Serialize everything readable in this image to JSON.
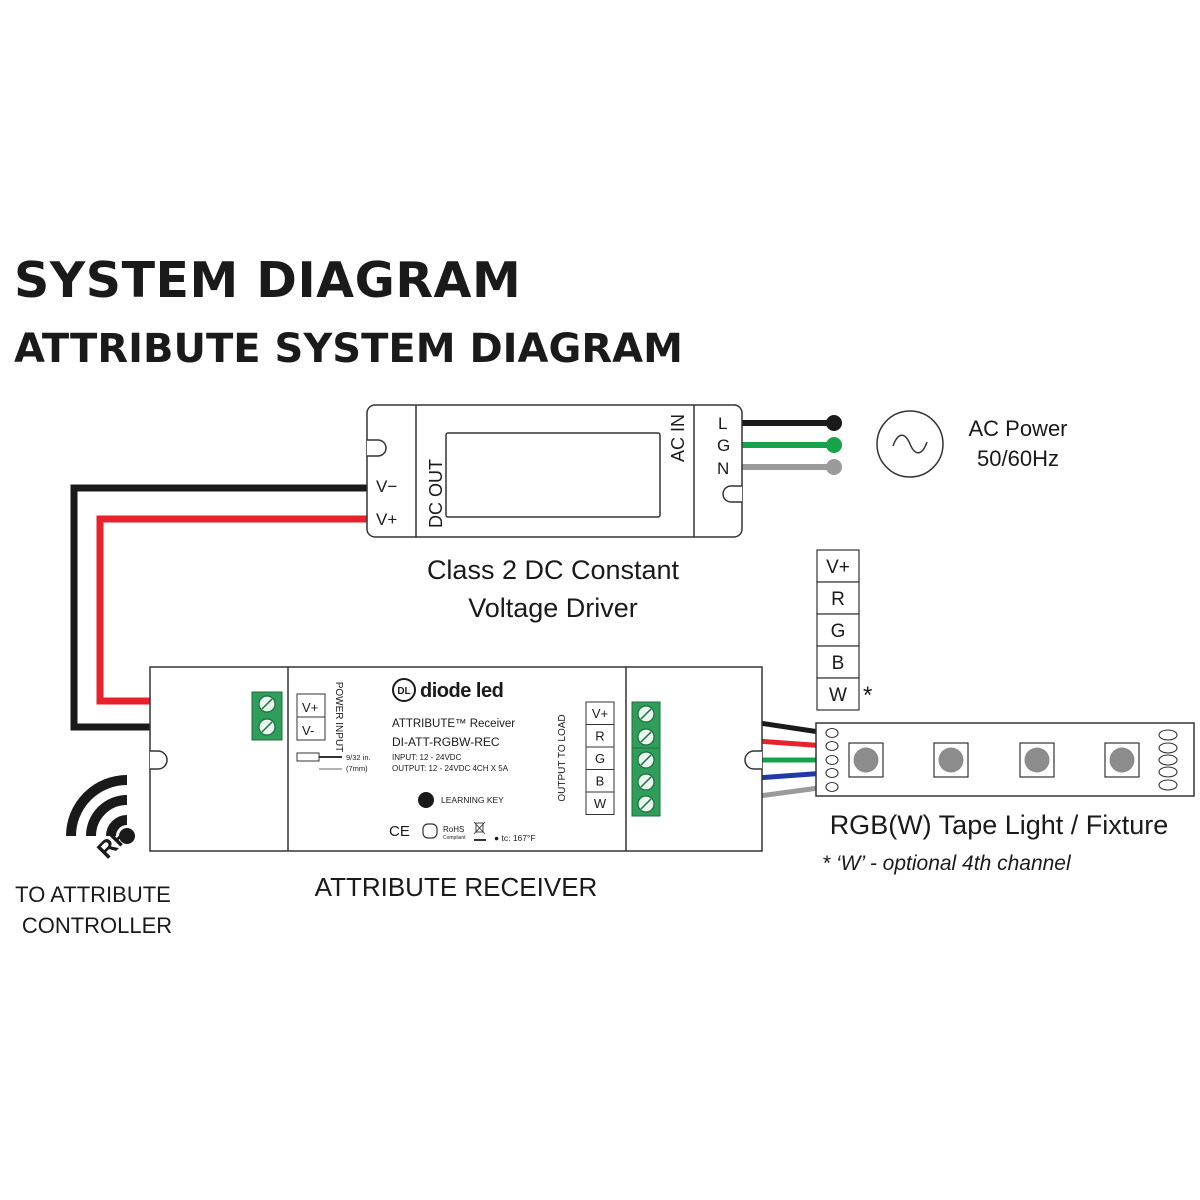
{
  "title": "SYSTEM DIAGRAM",
  "subtitle": "ATTRIBUTE SYSTEM DIAGRAM",
  "driver": {
    "label_line1": "Class 2 DC Constant",
    "label_line2": "Voltage Driver",
    "dc_out": "DC OUT",
    "ac_in": "AC IN",
    "v_minus": "V−",
    "v_plus": "V+",
    "l": "L",
    "g": "G",
    "n": "N"
  },
  "ac_power": {
    "line1": "AC Power",
    "line2": "50/60Hz"
  },
  "receiver": {
    "label": "ATTRIBUTE RECEIVER",
    "brand": "diode led",
    "brand_mark": "DL",
    "product": "ATTRIBUTE™ Receiver",
    "model": "DI-ATT-RGBW-REC",
    "input": "INPUT: 12 - 24VDC",
    "output": "OUTPUT: 12 - 24VDC  4CH X 5A",
    "strip_length": "9/32 in.",
    "strip_length_mm": "(7mm)",
    "learning_key": "LEARNING KEY",
    "power_input": "POWER INPUT",
    "pin_v_plus": "V+",
    "pin_v_minus": "V-",
    "output_to_load": "OUTPUT TO LOAD",
    "load_pins": [
      "V+",
      "R",
      "G",
      "B",
      "W"
    ],
    "tc": "● tc: 167°F",
    "ce": "CE",
    "rohs": "RoHS",
    "rohs_sub": "Compliant"
  },
  "tape": {
    "pins": [
      "V+",
      "R",
      "G",
      "B",
      "W"
    ],
    "asterisk": "*",
    "label": "RGB(W) Tape Light / Fixture",
    "note": "* ‘W’ - optional 4th channel"
  },
  "rf": {
    "mark": "RF",
    "line1": "TO ATTRIBUTE",
    "line2": "CONTROLLER"
  },
  "colors": {
    "wire_black": "#1a1a1a",
    "wire_red": "#e8222a",
    "wire_green": "#16a34a",
    "wire_gray": "#9a9a9a",
    "wire_blue": "#1f3aa6",
    "terminal_green": "#2e9e5a",
    "led_gray": "#8c8c8c"
  }
}
